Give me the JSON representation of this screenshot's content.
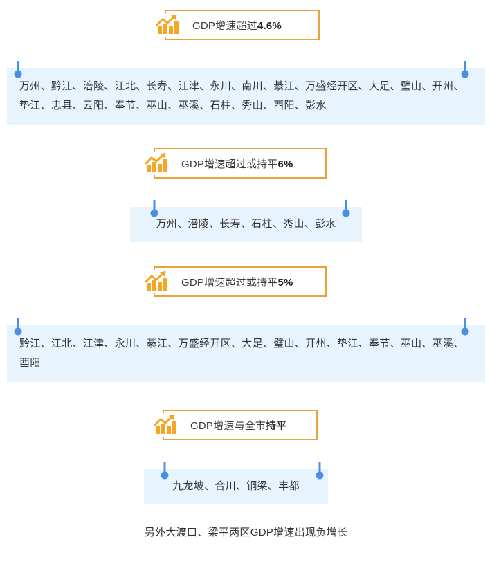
{
  "colors": {
    "accent_orange": "#E8A33D",
    "panel_blue": "#E8F4FD",
    "pin_blue": "#4A90E2",
    "text": "#333333"
  },
  "sections": [
    {
      "header": {
        "icon": "growth-chart-icon",
        "text_plain": "GDP增速超过",
        "text_bold": "4.6%"
      },
      "panel": {
        "text": "万州、黔江、涪陵、江北、长寿、江津、永川、南川、綦江、万盛经开区、大足、璧山、开州、垫江、忠县、云阳、奉节、巫山、巫溪、石柱、秀山、酉阳、彭水"
      }
    },
    {
      "header": {
        "icon": "growth-chart-icon",
        "text_plain": "GDP增速超过或持平",
        "text_bold": "6%"
      },
      "panel": {
        "text": "万州、涪陵、长寿、石柱、秀山、彭水"
      }
    },
    {
      "header": {
        "icon": "growth-chart-icon",
        "text_plain": "GDP增速超过或持平",
        "text_bold": "5%"
      },
      "panel": {
        "text": "黔江、江北、江津、永川、綦江、万盛经开区、大足、璧山、开州、垫江、奉节、巫山、巫溪、酉阳"
      }
    },
    {
      "header": {
        "icon": "growth-chart-icon",
        "text_plain": "GDP增速与全市",
        "text_bold": "持平"
      },
      "panel": {
        "text": "九龙坡、合川、铜梁、丰都"
      }
    }
  ],
  "footer": {
    "note": "另外大渡口、梁平两区GDP增速出现负增长"
  }
}
